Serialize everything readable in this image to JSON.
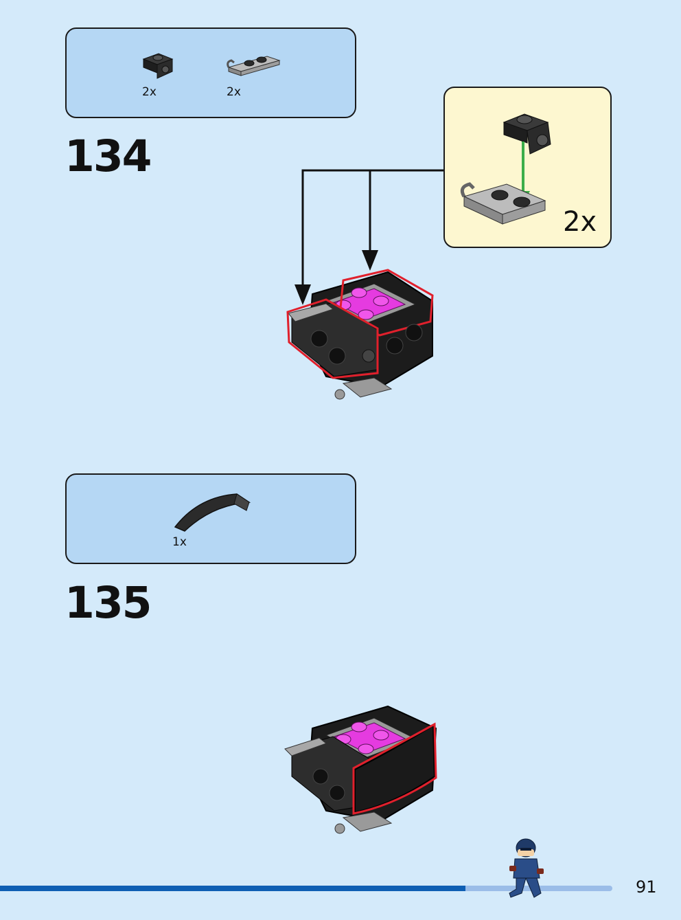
{
  "steps": [
    {
      "number": "134",
      "parts": [
        {
          "name": "bracket-1x1-black",
          "qty": "2x"
        },
        {
          "name": "plate-1x2-clip-gray",
          "qty": "2x"
        }
      ],
      "subassembly_qty": "2x"
    },
    {
      "number": "135",
      "parts": [
        {
          "name": "curved-slope-black",
          "qty": "1x"
        }
      ]
    }
  ],
  "page_number": "91",
  "colors": {
    "background": "#d4eafa",
    "parts_box": "#b5d7f4",
    "callout": "#fdf7d0",
    "highlight": "#e0202c",
    "arrow_green": "#3cae4a",
    "magenta": "#e53be0",
    "progress_bar": "#0f5fb3"
  },
  "progress": 0.76
}
